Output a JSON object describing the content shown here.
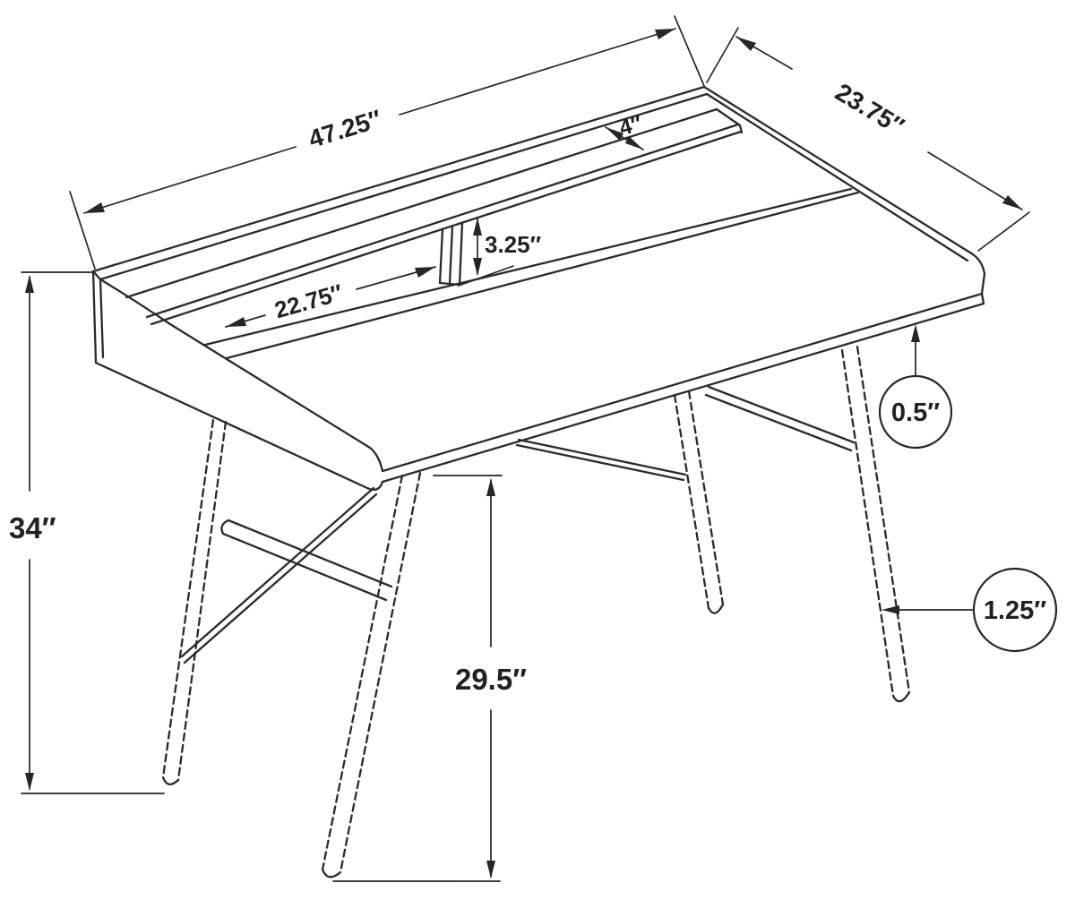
{
  "diagram": {
    "type": "furniture-dimension-drawing",
    "background_color": "#ffffff",
    "line_color": "#2a2a2a",
    "unit": "inches",
    "labels": {
      "overall_width": "47.25″",
      "overall_depth": "23.75″",
      "shelf_depth": "4″",
      "opening_height": "3.25″",
      "opening_width": "22.75″",
      "top_thickness": "0.5″",
      "overall_height": "34″",
      "underside_height": "29.5″",
      "leg_width": "1.25″"
    }
  }
}
